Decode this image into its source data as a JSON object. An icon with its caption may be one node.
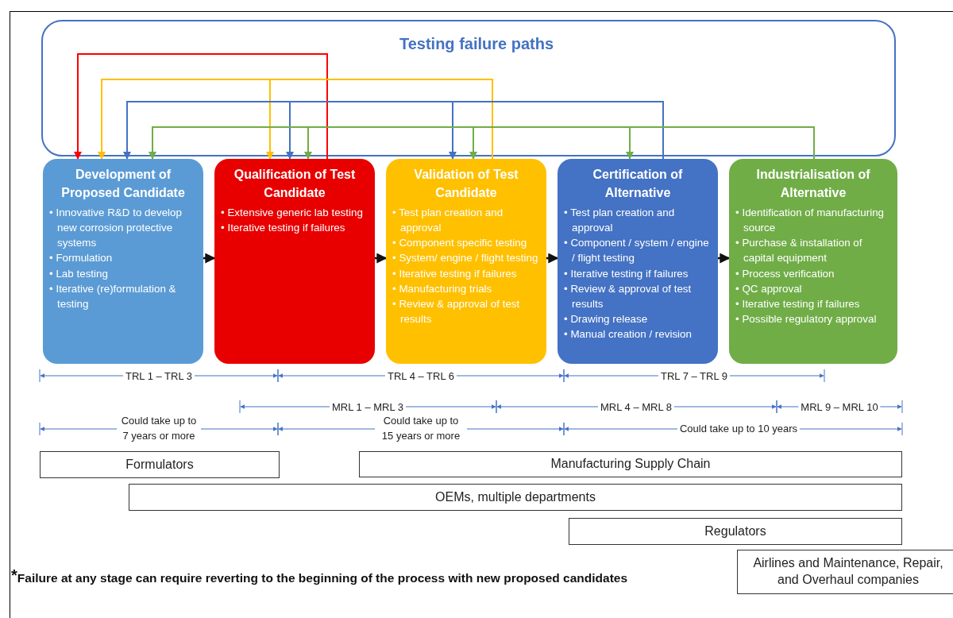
{
  "diagram": {
    "nodes": [
      {
        "text": [
          "Development of Proposed Candidate",
          "• Innovative R&D to develop new corrosion protective systems",
          "• Formulation",
          "• Lab testing",
          "• Iterative (re)formulation & testing"
        ]
      },
      {
        "text": [
          "Qualification of Test Candidate",
          "• Extensive generic lab testing",
          "• Iterative testing if failures"
        ]
      },
      {
        "text": [
          "Validation of Test Candidate",
          "• Test plan creation and approval",
          "• Component specific testing",
          "• System/ engine / flight testing",
          "• Iterative testing if failures",
          "• Manufacturing trials",
          "• Review & approval of test results"
        ]
      },
      {
        "text": [
          "Certification of Alternative",
          "• Test plan creation and approval",
          "• Component / system / engine / flight testing",
          "• Iterative testing if failures",
          "• Review & approval of test results",
          "• Drawing release",
          "• Manual creation / revision"
        ]
      },
      {
        "text": [
          "Industrialisation of Alternative",
          "• Identification of manufacturing source",
          "• Purchase & installation of capital equipment",
          "• Process verification",
          "• QC approval",
          "• Iterative testing if failures",
          "• Possible regulatory approval"
        ]
      },
      {
        "text": [
          "Formulators"
        ]
      },
      {
        "text": [
          "Manufacturing Supply Chain"
        ]
      },
      {
        "text": [
          "OEMs, multiple departments"
        ]
      },
      {
        "text": [
          "Regulators"
        ]
      },
      {
        "text": [
          "Airlines and Maintenance, Repair, and Overhaul companies"
        ]
      }
    ],
    "edges": [
      {
        "from": 0,
        "to": 1,
        "arrow": "to"
      },
      {
        "from": 1,
        "to": 2,
        "arrow": "to"
      },
      {
        "from": 2,
        "to": 3,
        "arrow": "to"
      },
      {
        "from": 3,
        "to": 4,
        "arrow": "to"
      },
      {
        "from": 1,
        "to": 0,
        "arrow": "to",
        "color": "#ff0000"
      },
      {
        "from": 2,
        "to": 0,
        "arrow": "to",
        "color": "#ffc000"
      },
      {
        "from": 2,
        "to": 1,
        "arrow": "to",
        "color": "#ffc000"
      },
      {
        "from": 3,
        "to": 0,
        "arrow": "to",
        "color": "#4472c4"
      },
      {
        "from": 3,
        "to": 1,
        "arrow": "to",
        "color": "#4472c4"
      },
      {
        "from": 3,
        "to": 2,
        "arrow": "to",
        "color": "#4472c4"
      },
      {
        "from": 4,
        "to": 0,
        "arrow": "to",
        "color": "#70ad47"
      },
      {
        "from": 4,
        "to": 1,
        "arrow": "to",
        "color": "#70ad47"
      },
      {
        "from": 4,
        "to": 2,
        "arrow": "to",
        "color": "#70ad47"
      },
      {
        "from": 4,
        "to": 3,
        "arrow": "to",
        "color": "#70ad47"
      }
    ],
    "labels": [
      "Testing failure paths",
      "TRL 1 – TRL 3",
      "TRL 4 – TRL 6",
      "TRL 7 – TRL 9",
      "MRL 1 – MRL 3",
      "MRL 4 – MRL 8",
      "MRL 9 – MRL 10",
      "Could take up to 7 years or more",
      "Could take up to 15 years or more",
      "Could take up to 10 years",
      "$^{*}$Failure at any stage can require reverting to the beginning of the process with new proposed candidates"
    ]
  }
}
